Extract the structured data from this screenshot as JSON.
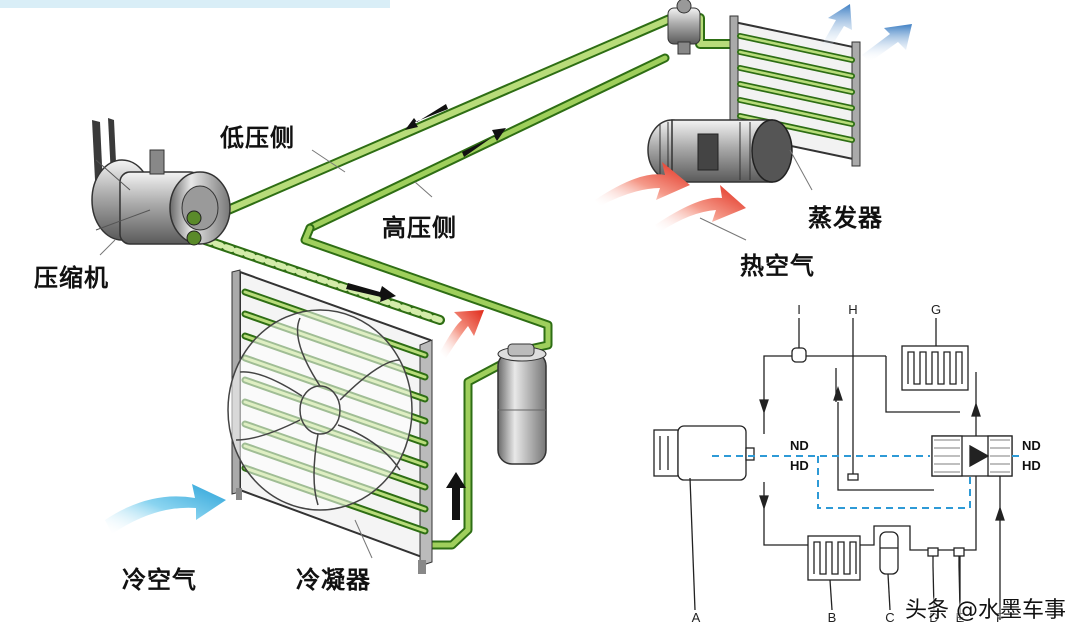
{
  "labels": {
    "low_side": "低压侧",
    "high_side": "高压侧",
    "compressor": "压缩机",
    "evaporator": "蒸发器",
    "hot_air": "热空气",
    "cold_air": "冷空气",
    "condenser": "冷凝器"
  },
  "schematic": {
    "letters": {
      "A": "A",
      "B": "B",
      "C": "C",
      "D": "D",
      "E": "E",
      "F": "F",
      "G": "G",
      "H": "H",
      "I": "I"
    },
    "nd": "ND",
    "hd": "HD"
  },
  "watermark": "头条 @水墨车事",
  "colors": {
    "pipe_green": "#7fbf3f",
    "pipe_dark": "#2e6e14",
    "cold_blue": "#3bb0e0",
    "hot_red": "#e8342a",
    "dashed_blue": "#2e9ad6"
  }
}
